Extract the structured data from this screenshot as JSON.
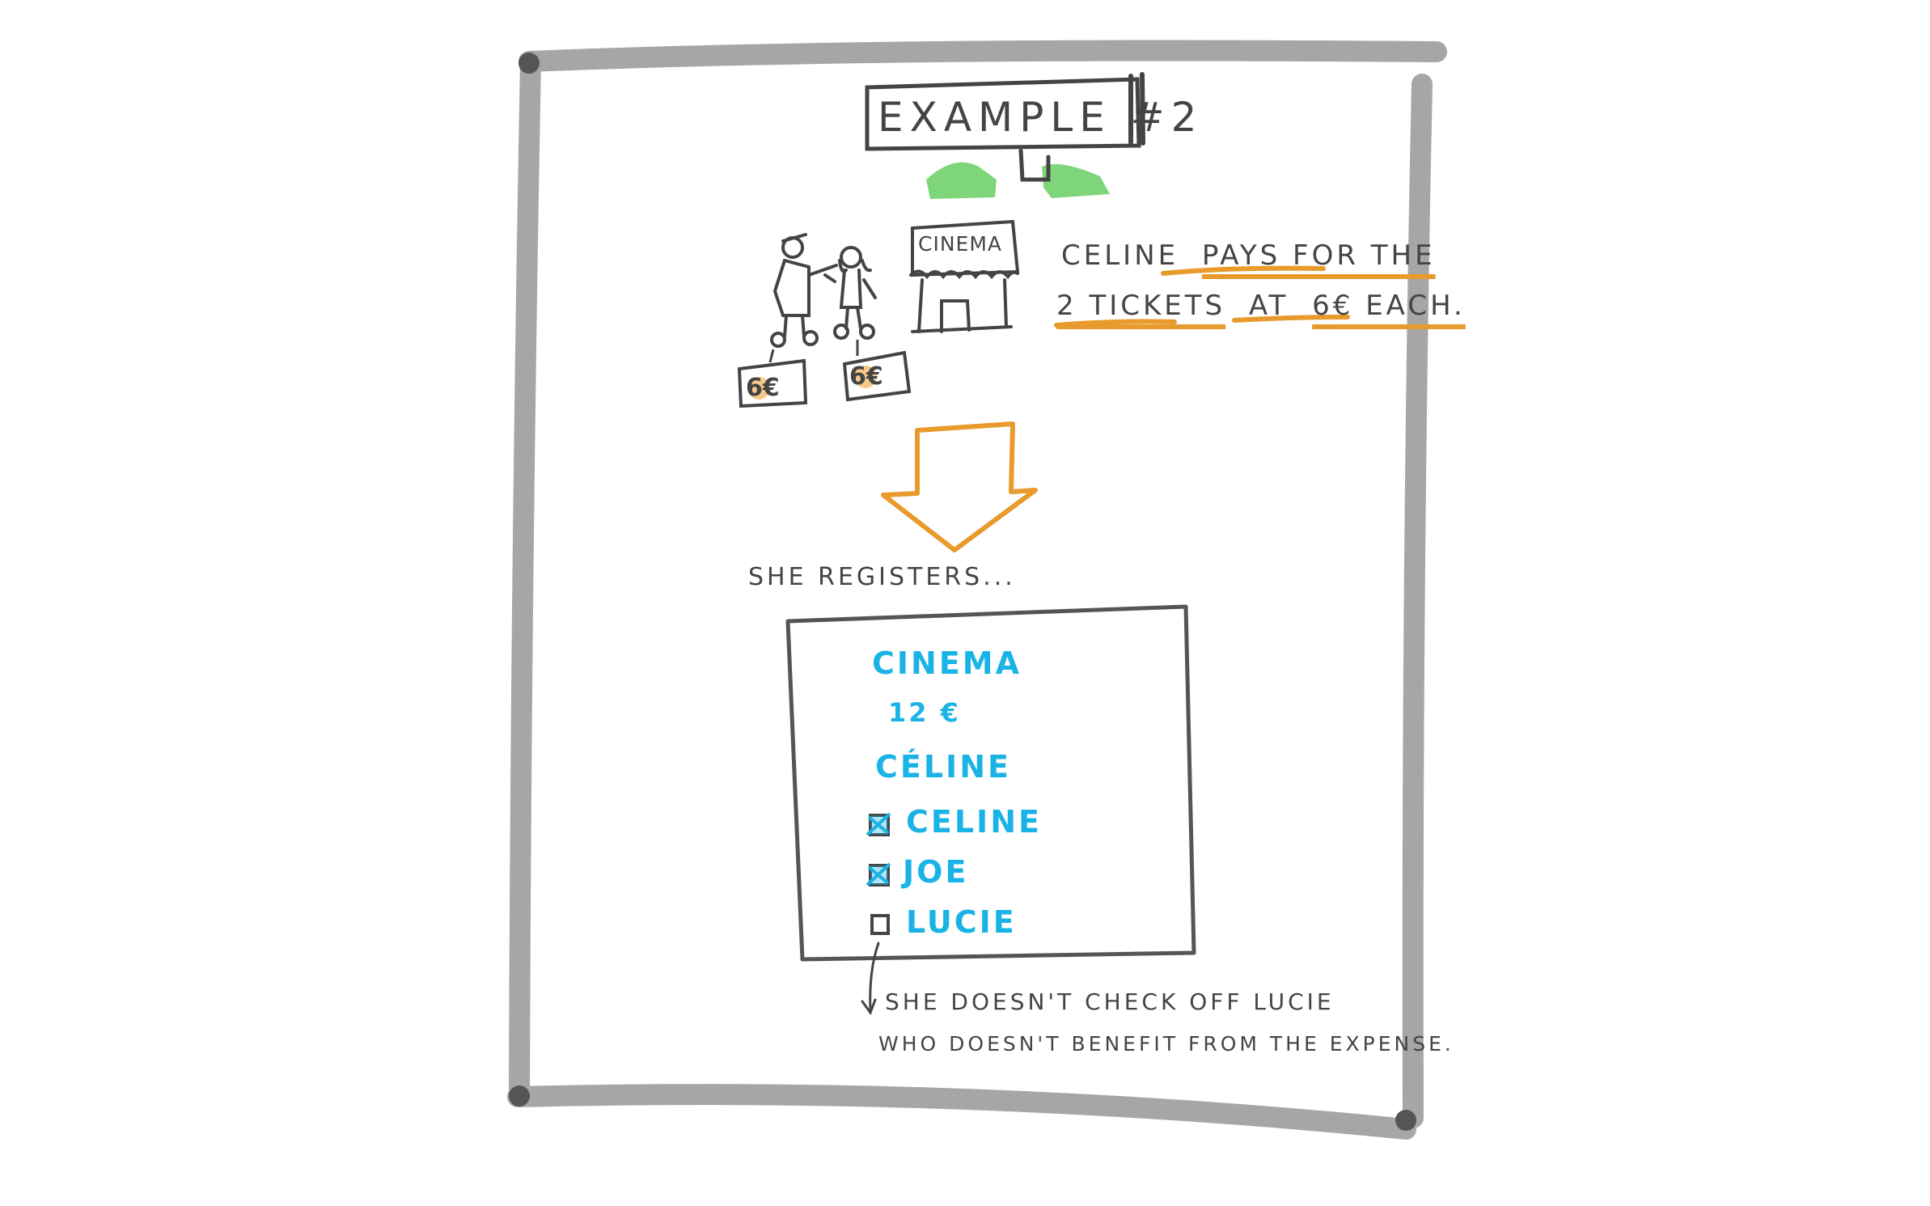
{
  "title": "EXAMPLE #2",
  "scene": {
    "venue_sign": "CINEMA",
    "ticket_prices": [
      "6€",
      "6€"
    ]
  },
  "description": {
    "line1": {
      "w1": "CELINE",
      "w2": "PAYS FOR THE"
    },
    "line2": {
      "w1": "2 TICKETS",
      "w2": "AT",
      "w3": "6€ EACH."
    }
  },
  "registers_caption": "SHE REGISTERS...",
  "form": {
    "title": "CINEMA",
    "amount": "12 €",
    "payer": "CÉLINE",
    "participants": [
      {
        "name": "CELINE",
        "checked": true
      },
      {
        "name": "JOE",
        "checked": true
      },
      {
        "name": "LUCIE",
        "checked": false
      }
    ]
  },
  "note": {
    "line1": "SHE DOESN'T CHECK OFF LUCIE",
    "line2": "WHO DOESN'T BENEFIT FROM THE EXPENSE."
  },
  "colors": {
    "frame": "#a6a6a6",
    "ink": "#444444",
    "accent_orange": "#e89a2c",
    "highlight_green": "#7fd67a",
    "form_text_blue": "#1ab3e6"
  }
}
